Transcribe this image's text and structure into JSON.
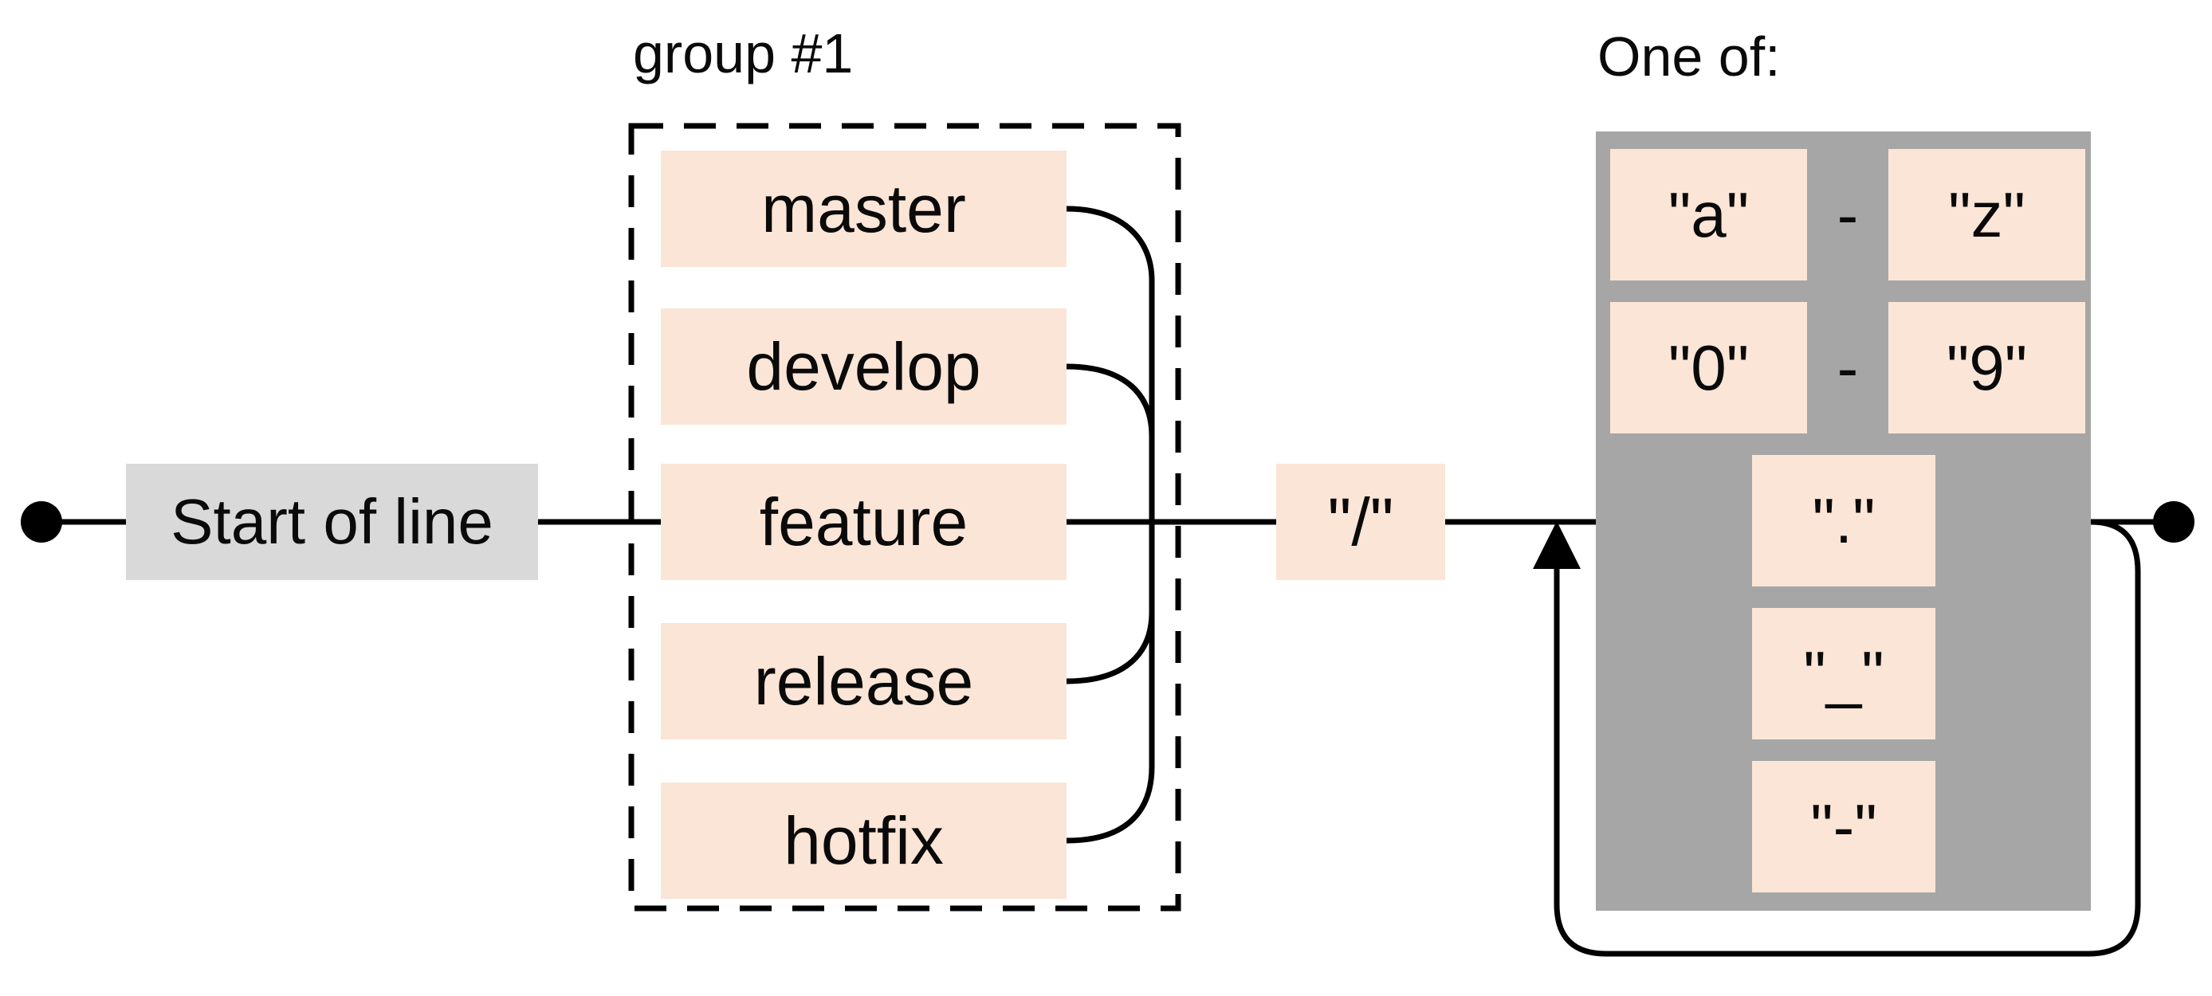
{
  "diagram": {
    "start": {
      "label": "Start of line"
    },
    "group": {
      "title": "group #1",
      "branches": [
        {
          "label": "master"
        },
        {
          "label": "develop"
        },
        {
          "label": "feature"
        },
        {
          "label": "release"
        },
        {
          "label": "hotfix"
        }
      ]
    },
    "slash": {
      "label": "\"/\""
    },
    "one_of": {
      "title": "One of:",
      "range_rows": [
        {
          "from": "\"a\"",
          "sep": "-",
          "to": "\"z\""
        },
        {
          "from": "\"0\"",
          "sep": "-",
          "to": "\"9\""
        }
      ],
      "single_rows": [
        {
          "label": "\".\""
        },
        {
          "label": "\"_\""
        },
        {
          "label": "\"-\""
        }
      ]
    }
  },
  "colors": {
    "line": "#000000",
    "literal_bg": "#fbe5d6",
    "start_bg": "#d9d9d9",
    "charclass_bg": "#a6a6a6"
  }
}
